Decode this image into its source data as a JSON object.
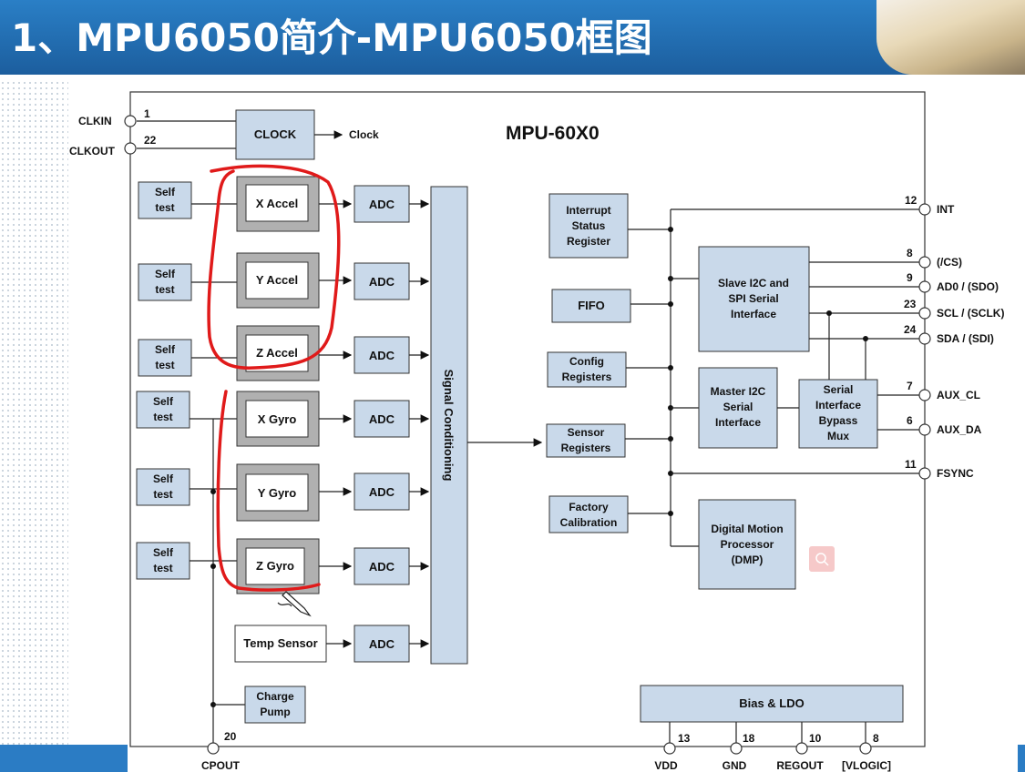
{
  "slide": {
    "title": "1、MPU6050简介-MPU6050框图"
  },
  "chip": {
    "name": "MPU-60X0"
  },
  "left_pins": {
    "clkin": "CLKIN",
    "clkout": "CLKOUT",
    "clkin_num": "1",
    "clkout_num": "22"
  },
  "clock": {
    "block": "CLOCK",
    "output": "Clock"
  },
  "sensors": {
    "self_test": [
      "Self",
      "test"
    ],
    "x_accel": "X Accel",
    "y_accel": "Y Accel",
    "z_accel": "Z Accel",
    "x_gyro": "X Gyro",
    "y_gyro": "Y Gyro",
    "z_gyro": "Z Gyro",
    "temp": "Temp Sensor",
    "adc": "ADC",
    "signal_conditioning": "Signal Conditioning",
    "charge_pump": [
      "Charge",
      "Pump"
    ]
  },
  "registers": {
    "interrupt": [
      "Interrupt",
      "Status",
      "Register"
    ],
    "fifo": "FIFO",
    "config": [
      "Config",
      "Registers"
    ],
    "sensor": [
      "Sensor",
      "Registers"
    ],
    "factory": [
      "Factory",
      "Calibration"
    ]
  },
  "interfaces": {
    "slave": [
      "Slave I2C and",
      "SPI Serial",
      "Interface"
    ],
    "master": [
      "Master I2C",
      "Serial",
      "Interface"
    ],
    "bypass": [
      "Serial",
      "Interface",
      "Bypass",
      "Mux"
    ],
    "dmp": [
      "Digital Motion",
      "Processor",
      "(DMP)"
    ],
    "bias": "Bias & LDO"
  },
  "right_pins": [
    {
      "num": "12",
      "name": "INT"
    },
    {
      "num": "8",
      "name": "(/CS)"
    },
    {
      "num": "9",
      "name": "AD0 / (SDO)"
    },
    {
      "num": "23",
      "name": "SCL / (SCLK)"
    },
    {
      "num": "24",
      "name": "SDA / (SDI)"
    },
    {
      "num": "7",
      "name": "AUX_CL"
    },
    {
      "num": "6",
      "name": "AUX_DA"
    },
    {
      "num": "11",
      "name": "FSYNC"
    }
  ],
  "bottom_pins": [
    {
      "num": "20",
      "name": "CPOUT"
    },
    {
      "num": "13",
      "name": "VDD"
    },
    {
      "num": "18",
      "name": "GND"
    },
    {
      "num": "10",
      "name": "REGOUT"
    },
    {
      "num": "8",
      "name": "[VLOGIC]"
    }
  ]
}
